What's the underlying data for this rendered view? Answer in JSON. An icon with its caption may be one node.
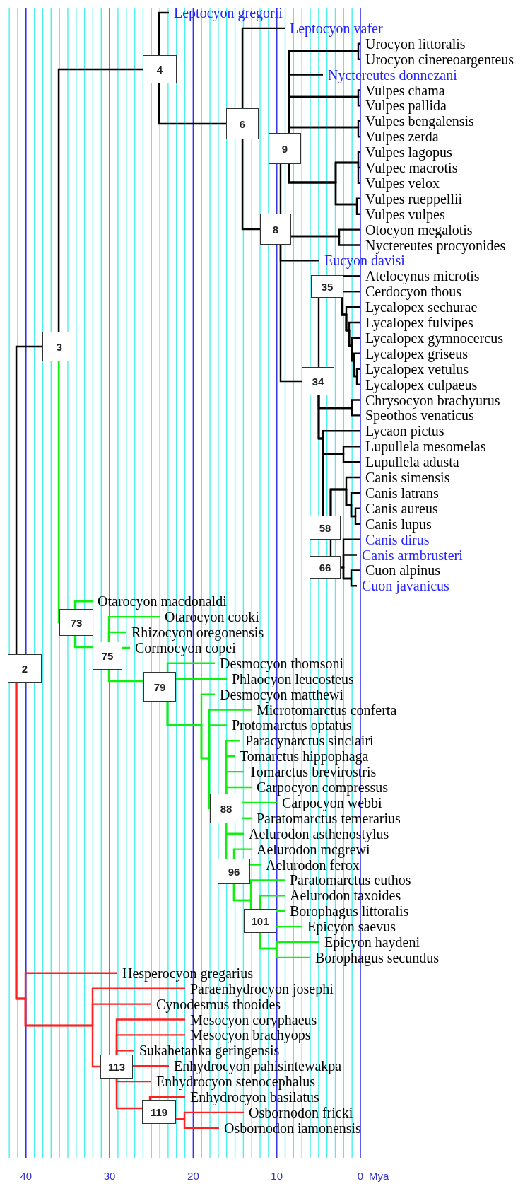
{
  "diagram": {
    "nodes": [
      {
        "text": [
          "Leptocyon gregorii"
        ]
      },
      {
        "text": [
          "Leptocyon vafer"
        ]
      },
      {
        "text": [
          "Urocyon littoralis"
        ]
      },
      {
        "text": [
          "Urocyon cinereoargenteus"
        ]
      },
      {
        "text": [
          "Nyctereutes donnezani"
        ]
      },
      {
        "text": [
          "Vulpes chama"
        ]
      },
      {
        "text": [
          "Vulpes pallida"
        ]
      },
      {
        "text": [
          "Vulpes bengalensis"
        ]
      },
      {
        "text": [
          "Vulpes zerda"
        ]
      },
      {
        "text": [
          "Vulpes lagopus"
        ]
      },
      {
        "text": [
          "Vulpec macrotis"
        ]
      },
      {
        "text": [
          "Vulpes velox"
        ]
      },
      {
        "text": [
          "Vulpes rueppellii"
        ]
      },
      {
        "text": [
          "Vulpes vulpes"
        ]
      },
      {
        "text": [
          "Otocyon megalotis"
        ]
      },
      {
        "text": [
          "Nyctereutes procyonides"
        ]
      },
      {
        "text": [
          "Eucyon davisi"
        ]
      },
      {
        "text": [
          "Atelocynus microtis"
        ]
      },
      {
        "text": [
          "Cerdocyon thous"
        ]
      },
      {
        "text": [
          "Lycalopex sechurae"
        ]
      },
      {
        "text": [
          "Lycalopex fulvipes"
        ]
      },
      {
        "text": [
          "Lycalopex gymnocercus"
        ]
      },
      {
        "text": [
          "Lycalopex griseus"
        ]
      },
      {
        "text": [
          "Lycalopex vetulus"
        ]
      },
      {
        "text": [
          "Lycalopex culpaeus"
        ]
      },
      {
        "text": [
          "Chrysocyon brachyurus"
        ]
      },
      {
        "text": [
          "Speothos venaticus"
        ]
      },
      {
        "text": [
          "Lycaon pictus"
        ]
      },
      {
        "text": [
          "Lupullela mesomelas"
        ]
      },
      {
        "text": [
          "Lupullela adusta"
        ]
      },
      {
        "text": [
          "Canis simensis"
        ]
      },
      {
        "text": [
          "Canis latrans"
        ]
      },
      {
        "text": [
          "Canis aureus"
        ]
      },
      {
        "text": [
          "Canis lupus"
        ]
      },
      {
        "text": [
          "Canis dirus"
        ]
      },
      {
        "text": [
          "Canis armbrusteri"
        ]
      },
      {
        "text": [
          "Cuon alpinus"
        ]
      },
      {
        "text": [
          "Cuon javanicus"
        ]
      },
      {
        "text": [
          "Otarocyon macdonaldi"
        ]
      },
      {
        "text": [
          "Otarocyon cooki"
        ]
      },
      {
        "text": [
          "Rhizocyon oregonensis"
        ]
      },
      {
        "text": [
          "Cormocyon copei"
        ]
      },
      {
        "text": [
          "Desmocyon thomsoni"
        ]
      },
      {
        "text": [
          "Phlaocyon leucosteus"
        ]
      },
      {
        "text": [
          "Desmocyon matthewi"
        ]
      },
      {
        "text": [
          "Microtomarctus conferta"
        ]
      },
      {
        "text": [
          "Protomarctus optatus"
        ]
      },
      {
        "text": [
          "Paracynarctus sinclairi"
        ]
      },
      {
        "text": [
          "Tomarctus hippophaga"
        ]
      },
      {
        "text": [
          "Tomarctus brevirostris"
        ]
      },
      {
        "text": [
          "Carpocyon compressus"
        ]
      },
      {
        "text": [
          "Carpocyon webbi"
        ]
      },
      {
        "text": [
          "Paratomarctus temerarius"
        ]
      },
      {
        "text": [
          "Aelurodon asthenostylus"
        ]
      },
      {
        "text": [
          "Aelurodon mcgrewi"
        ]
      },
      {
        "text": [
          "Aelurodon ferox"
        ]
      },
      {
        "text": [
          "Paratomarctus euthos"
        ]
      },
      {
        "text": [
          "Aelurodon taxoides"
        ]
      },
      {
        "text": [
          "Borophagus littoralis"
        ]
      },
      {
        "text": [
          "Epicyon saevus"
        ]
      },
      {
        "text": [
          "Epicyon haydeni"
        ]
      },
      {
        "text": [
          "Borophagus secundus"
        ]
      },
      {
        "text": [
          "Hesperocyon gregarius"
        ]
      },
      {
        "text": [
          "Paraenhydrocyon josephi"
        ]
      },
      {
        "text": [
          "Cynodesmus thooides"
        ]
      },
      {
        "text": [
          "Mesocyon coryphaeus"
        ]
      },
      {
        "text": [
          "Mesocyon brachyops"
        ]
      },
      {
        "text": [
          "Sukahetanka geringensis"
        ]
      },
      {
        "text": [
          "Enhydrocyon pahisintewakpa"
        ]
      },
      {
        "text": [
          "Enhydrocyon stenocephalus"
        ]
      },
      {
        "text": [
          "Enhydrocyon basilatus"
        ]
      },
      {
        "text": [
          "Osbornodon fricki"
        ]
      },
      {
        "text": [
          "Osbornodon iamonensis"
        ]
      },
      {
        "text": [
          "4"
        ]
      },
      {
        "text": [
          "6"
        ]
      },
      {
        "text": [
          "9"
        ]
      },
      {
        "text": [
          "8"
        ]
      },
      {
        "text": [
          "35"
        ]
      },
      {
        "text": [
          "3"
        ]
      },
      {
        "text": [
          "34"
        ]
      },
      {
        "text": [
          "58"
        ]
      },
      {
        "text": [
          "66"
        ]
      },
      {
        "text": [
          "73"
        ]
      },
      {
        "text": [
          "75"
        ]
      },
      {
        "text": [
          "2"
        ]
      },
      {
        "text": [
          "79"
        ]
      },
      {
        "text": [
          "88"
        ]
      },
      {
        "text": [
          "96"
        ]
      },
      {
        "text": [
          "101"
        ]
      },
      {
        "text": [
          "113"
        ]
      },
      {
        "text": [
          "119"
        ]
      }
    ],
    "edges": [
      {
        "from": 84,
        "to": 78,
        "arrow": "none"
      },
      {
        "from": 84,
        "to": 62,
        "arrow": "none",
        "color": "#ff2020"
      },
      {
        "from": 84,
        "to": 63,
        "arrow": "none",
        "color": "#ff2020"
      },
      {
        "from": 84,
        "to": 64,
        "arrow": "none",
        "color": "#ff2020"
      },
      {
        "from": 84,
        "to": 89,
        "arrow": "none",
        "color": "#ff2020"
      },
      {
        "from": 78,
        "to": 73,
        "arrow": "none"
      },
      {
        "from": 78,
        "to": 82,
        "arrow": "none",
        "color": "#11ee11"
      },
      {
        "from": 73,
        "to": 0,
        "arrow": "none"
      },
      {
        "from": 73,
        "to": 74,
        "arrow": "none"
      },
      {
        "from": 74,
        "to": 1,
        "arrow": "none"
      },
      {
        "from": 74,
        "to": 76,
        "arrow": "none"
      },
      {
        "from": 76,
        "to": 75,
        "arrow": "none"
      },
      {
        "from": 76,
        "to": 14,
        "arrow": "none"
      },
      {
        "from": 76,
        "to": 15,
        "arrow": "none"
      },
      {
        "from": 76,
        "to": 16,
        "arrow": "none"
      },
      {
        "from": 76,
        "to": 79,
        "arrow": "none"
      },
      {
        "from": 75,
        "to": 2,
        "arrow": "none"
      },
      {
        "from": 75,
        "to": 3,
        "arrow": "none"
      },
      {
        "from": 75,
        "to": 4,
        "arrow": "none"
      },
      {
        "from": 75,
        "to": 5,
        "arrow": "none"
      },
      {
        "from": 75,
        "to": 6,
        "arrow": "none"
      },
      {
        "from": 75,
        "to": 7,
        "arrow": "none"
      },
      {
        "from": 75,
        "to": 8,
        "arrow": "none"
      },
      {
        "from": 75,
        "to": 9,
        "arrow": "none"
      },
      {
        "from": 75,
        "to": 10,
        "arrow": "none"
      },
      {
        "from": 75,
        "to": 11,
        "arrow": "none"
      },
      {
        "from": 75,
        "to": 12,
        "arrow": "none"
      },
      {
        "from": 75,
        "to": 13,
        "arrow": "none"
      },
      {
        "from": 79,
        "to": 77,
        "arrow": "none"
      },
      {
        "from": 79,
        "to": 25,
        "arrow": "none"
      },
      {
        "from": 79,
        "to": 26,
        "arrow": "none"
      },
      {
        "from": 79,
        "to": 27,
        "arrow": "none"
      },
      {
        "from": 79,
        "to": 28,
        "arrow": "none"
      },
      {
        "from": 79,
        "to": 29,
        "arrow": "none"
      },
      {
        "from": 79,
        "to": 80,
        "arrow": "none"
      },
      {
        "from": 77,
        "to": 17,
        "arrow": "none"
      },
      {
        "from": 77,
        "to": 18,
        "arrow": "none"
      },
      {
        "from": 77,
        "to": 19,
        "arrow": "none"
      },
      {
        "from": 77,
        "to": 20,
        "arrow": "none"
      },
      {
        "from": 77,
        "to": 21,
        "arrow": "none"
      },
      {
        "from": 77,
        "to": 22,
        "arrow": "none"
      },
      {
        "from": 77,
        "to": 23,
        "arrow": "none"
      },
      {
        "from": 77,
        "to": 24,
        "arrow": "none"
      },
      {
        "from": 80,
        "to": 30,
        "arrow": "none"
      },
      {
        "from": 80,
        "to": 31,
        "arrow": "none"
      },
      {
        "from": 80,
        "to": 32,
        "arrow": "none"
      },
      {
        "from": 80,
        "to": 33,
        "arrow": "none"
      },
      {
        "from": 80,
        "to": 81,
        "arrow": "none"
      },
      {
        "from": 81,
        "to": 34,
        "arrow": "none"
      },
      {
        "from": 81,
        "to": 35,
        "arrow": "none"
      },
      {
        "from": 81,
        "to": 36,
        "arrow": "none"
      },
      {
        "from": 81,
        "to": 37,
        "arrow": "none"
      },
      {
        "from": 82,
        "to": 38,
        "arrow": "none",
        "color": "#11ee11"
      },
      {
        "from": 82,
        "to": 83,
        "arrow": "none",
        "color": "#11ee11"
      },
      {
        "from": 83,
        "to": 39,
        "arrow": "none",
        "color": "#11ee11"
      },
      {
        "from": 83,
        "to": 40,
        "arrow": "none",
        "color": "#11ee11"
      },
      {
        "from": 83,
        "to": 41,
        "arrow": "none",
        "color": "#11ee11"
      },
      {
        "from": 83,
        "to": 85,
        "arrow": "none",
        "color": "#11ee11"
      },
      {
        "from": 85,
        "to": 42,
        "arrow": "none",
        "color": "#11ee11"
      },
      {
        "from": 85,
        "to": 43,
        "arrow": "none",
        "color": "#11ee11"
      },
      {
        "from": 85,
        "to": 44,
        "arrow": "none",
        "color": "#11ee11"
      },
      {
        "from": 85,
        "to": 45,
        "arrow": "none",
        "color": "#11ee11"
      },
      {
        "from": 85,
        "to": 46,
        "arrow": "none",
        "color": "#11ee11"
      },
      {
        "from": 85,
        "to": 86,
        "arrow": "none",
        "color": "#11ee11"
      },
      {
        "from": 86,
        "to": 47,
        "arrow": "none",
        "color": "#11ee11"
      },
      {
        "from": 86,
        "to": 48,
        "arrow": "none",
        "color": "#11ee11"
      },
      {
        "from": 86,
        "to": 49,
        "arrow": "none",
        "color": "#11ee11"
      },
      {
        "from": 86,
        "to": 50,
        "arrow": "none",
        "color": "#11ee11"
      },
      {
        "from": 86,
        "to": 51,
        "arrow": "none",
        "color": "#11ee11"
      },
      {
        "from": 86,
        "to": 52,
        "arrow": "none",
        "color": "#11ee11"
      },
      {
        "from": 86,
        "to": 53,
        "arrow": "none",
        "color": "#11ee11"
      },
      {
        "from": 86,
        "to": 87,
        "arrow": "none",
        "color": "#11ee11"
      },
      {
        "from": 87,
        "to": 54,
        "arrow": "none",
        "color": "#11ee11"
      },
      {
        "from": 87,
        "to": 55,
        "arrow": "none",
        "color": "#11ee11"
      },
      {
        "from": 87,
        "to": 56,
        "arrow": "none",
        "color": "#11ee11"
      },
      {
        "from": 87,
        "to": 88,
        "arrow": "none",
        "color": "#11ee11"
      },
      {
        "from": 88,
        "to": 57,
        "arrow": "none",
        "color": "#11ee11"
      },
      {
        "from": 88,
        "to": 58,
        "arrow": "none",
        "color": "#11ee11"
      },
      {
        "from": 88,
        "to": 59,
        "arrow": "none",
        "color": "#11ee11"
      },
      {
        "from": 88,
        "to": 60,
        "arrow": "none",
        "color": "#11ee11"
      },
      {
        "from": 88,
        "to": 61,
        "arrow": "none",
        "color": "#11ee11"
      },
      {
        "from": 89,
        "to": 65,
        "arrow": "none",
        "color": "#ff2020"
      },
      {
        "from": 89,
        "to": 66,
        "arrow": "none",
        "color": "#ff2020"
      },
      {
        "from": 89,
        "to": 67,
        "arrow": "none",
        "color": "#ff2020"
      },
      {
        "from": 89,
        "to": 68,
        "arrow": "none",
        "color": "#ff2020"
      },
      {
        "from": 89,
        "to": 69,
        "arrow": "none",
        "color": "#ff2020"
      },
      {
        "from": 89,
        "to": 90,
        "arrow": "none",
        "color": "#ff2020"
      },
      {
        "from": 90,
        "to": 70,
        "arrow": "none",
        "color": "#ff2020"
      },
      {
        "from": 90,
        "to": 71,
        "arrow": "none",
        "color": "#ff2020"
      },
      {
        "from": 90,
        "to": 72,
        "arrow": "none",
        "color": "#ff2020"
      }
    ],
    "labels": [
      "40",
      "30",
      "20",
      "10",
      "0",
      "Mya"
    ]
  }
}
